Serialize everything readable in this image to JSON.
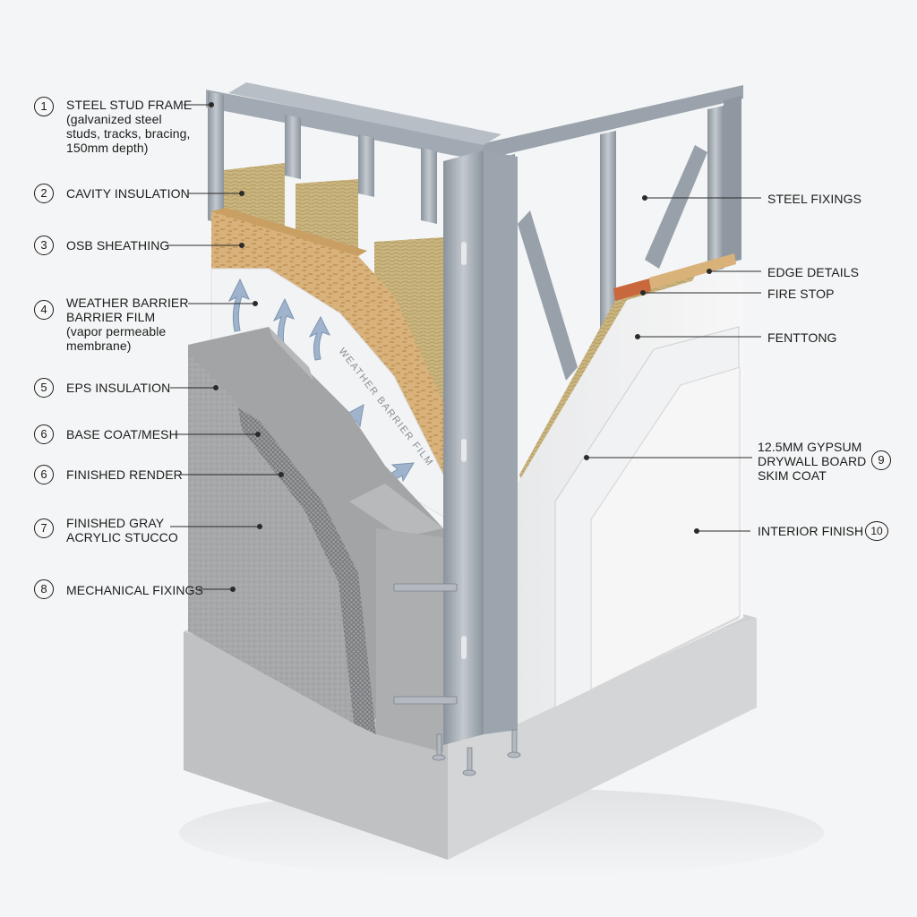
{
  "callouts": {
    "c1": {
      "num": "1",
      "lines": [
        "STEEL STUD FRAME",
        "(galvanized steel",
        "studs, tracks, bracing,",
        "150mm depth)"
      ]
    },
    "c2": {
      "num": "2",
      "lines": [
        "CAVITY INSULATION"
      ]
    },
    "c3": {
      "num": "3",
      "lines": [
        "OSB SHEATHING"
      ]
    },
    "c4": {
      "num": "4",
      "lines": [
        "WEATHER BARRIER",
        "BARRIER FILM",
        "(vapor permeable",
        "membrane)"
      ]
    },
    "c5": {
      "num": "5",
      "lines": [
        "EPS INSULATION"
      ]
    },
    "c6a": {
      "num": "6",
      "lines": [
        "BASE COAT/MESH"
      ]
    },
    "c6b": {
      "num": "6",
      "lines": [
        "FINISHED RENDER"
      ]
    },
    "c7": {
      "num": "7",
      "lines": [
        "FINISHED GRAY",
        "ACRYLIC STUCCO"
      ]
    },
    "c8": {
      "num": "8",
      "lines": [
        "MECHANICAL FIXINGS"
      ]
    },
    "r1": {
      "lines": [
        "STEEL FIXINGS"
      ]
    },
    "r2": {
      "lines": [
        "EDGE DETAILS"
      ]
    },
    "r3": {
      "lines": [
        "FIRE STOP"
      ]
    },
    "r4": {
      "lines": [
        "FENTTONG"
      ]
    },
    "c9": {
      "num": "9",
      "lines": [
        "12.5MM GYPSUM",
        "DRYWALL BOARD",
        "SKIM COAT"
      ]
    },
    "c10": {
      "num": "10",
      "lines": [
        "INTERIOR FINISH"
      ]
    }
  },
  "membrane_print": "WEATHER BARRIER FILM",
  "colors": {
    "steel": "#a9b1ba",
    "steel_dark": "#7e8791",
    "insulation": "#cbb57e",
    "osb": "#d8b27a",
    "membrane": "#f2f3f5",
    "eps": "#9fa1a3",
    "render": "#a8a9ab",
    "mesh": "#8d8f92",
    "drywall": "#eeeff0",
    "fire_stop": "#c8683c",
    "concrete": "#c4c6c7",
    "arrow": "#9fb4cc"
  }
}
